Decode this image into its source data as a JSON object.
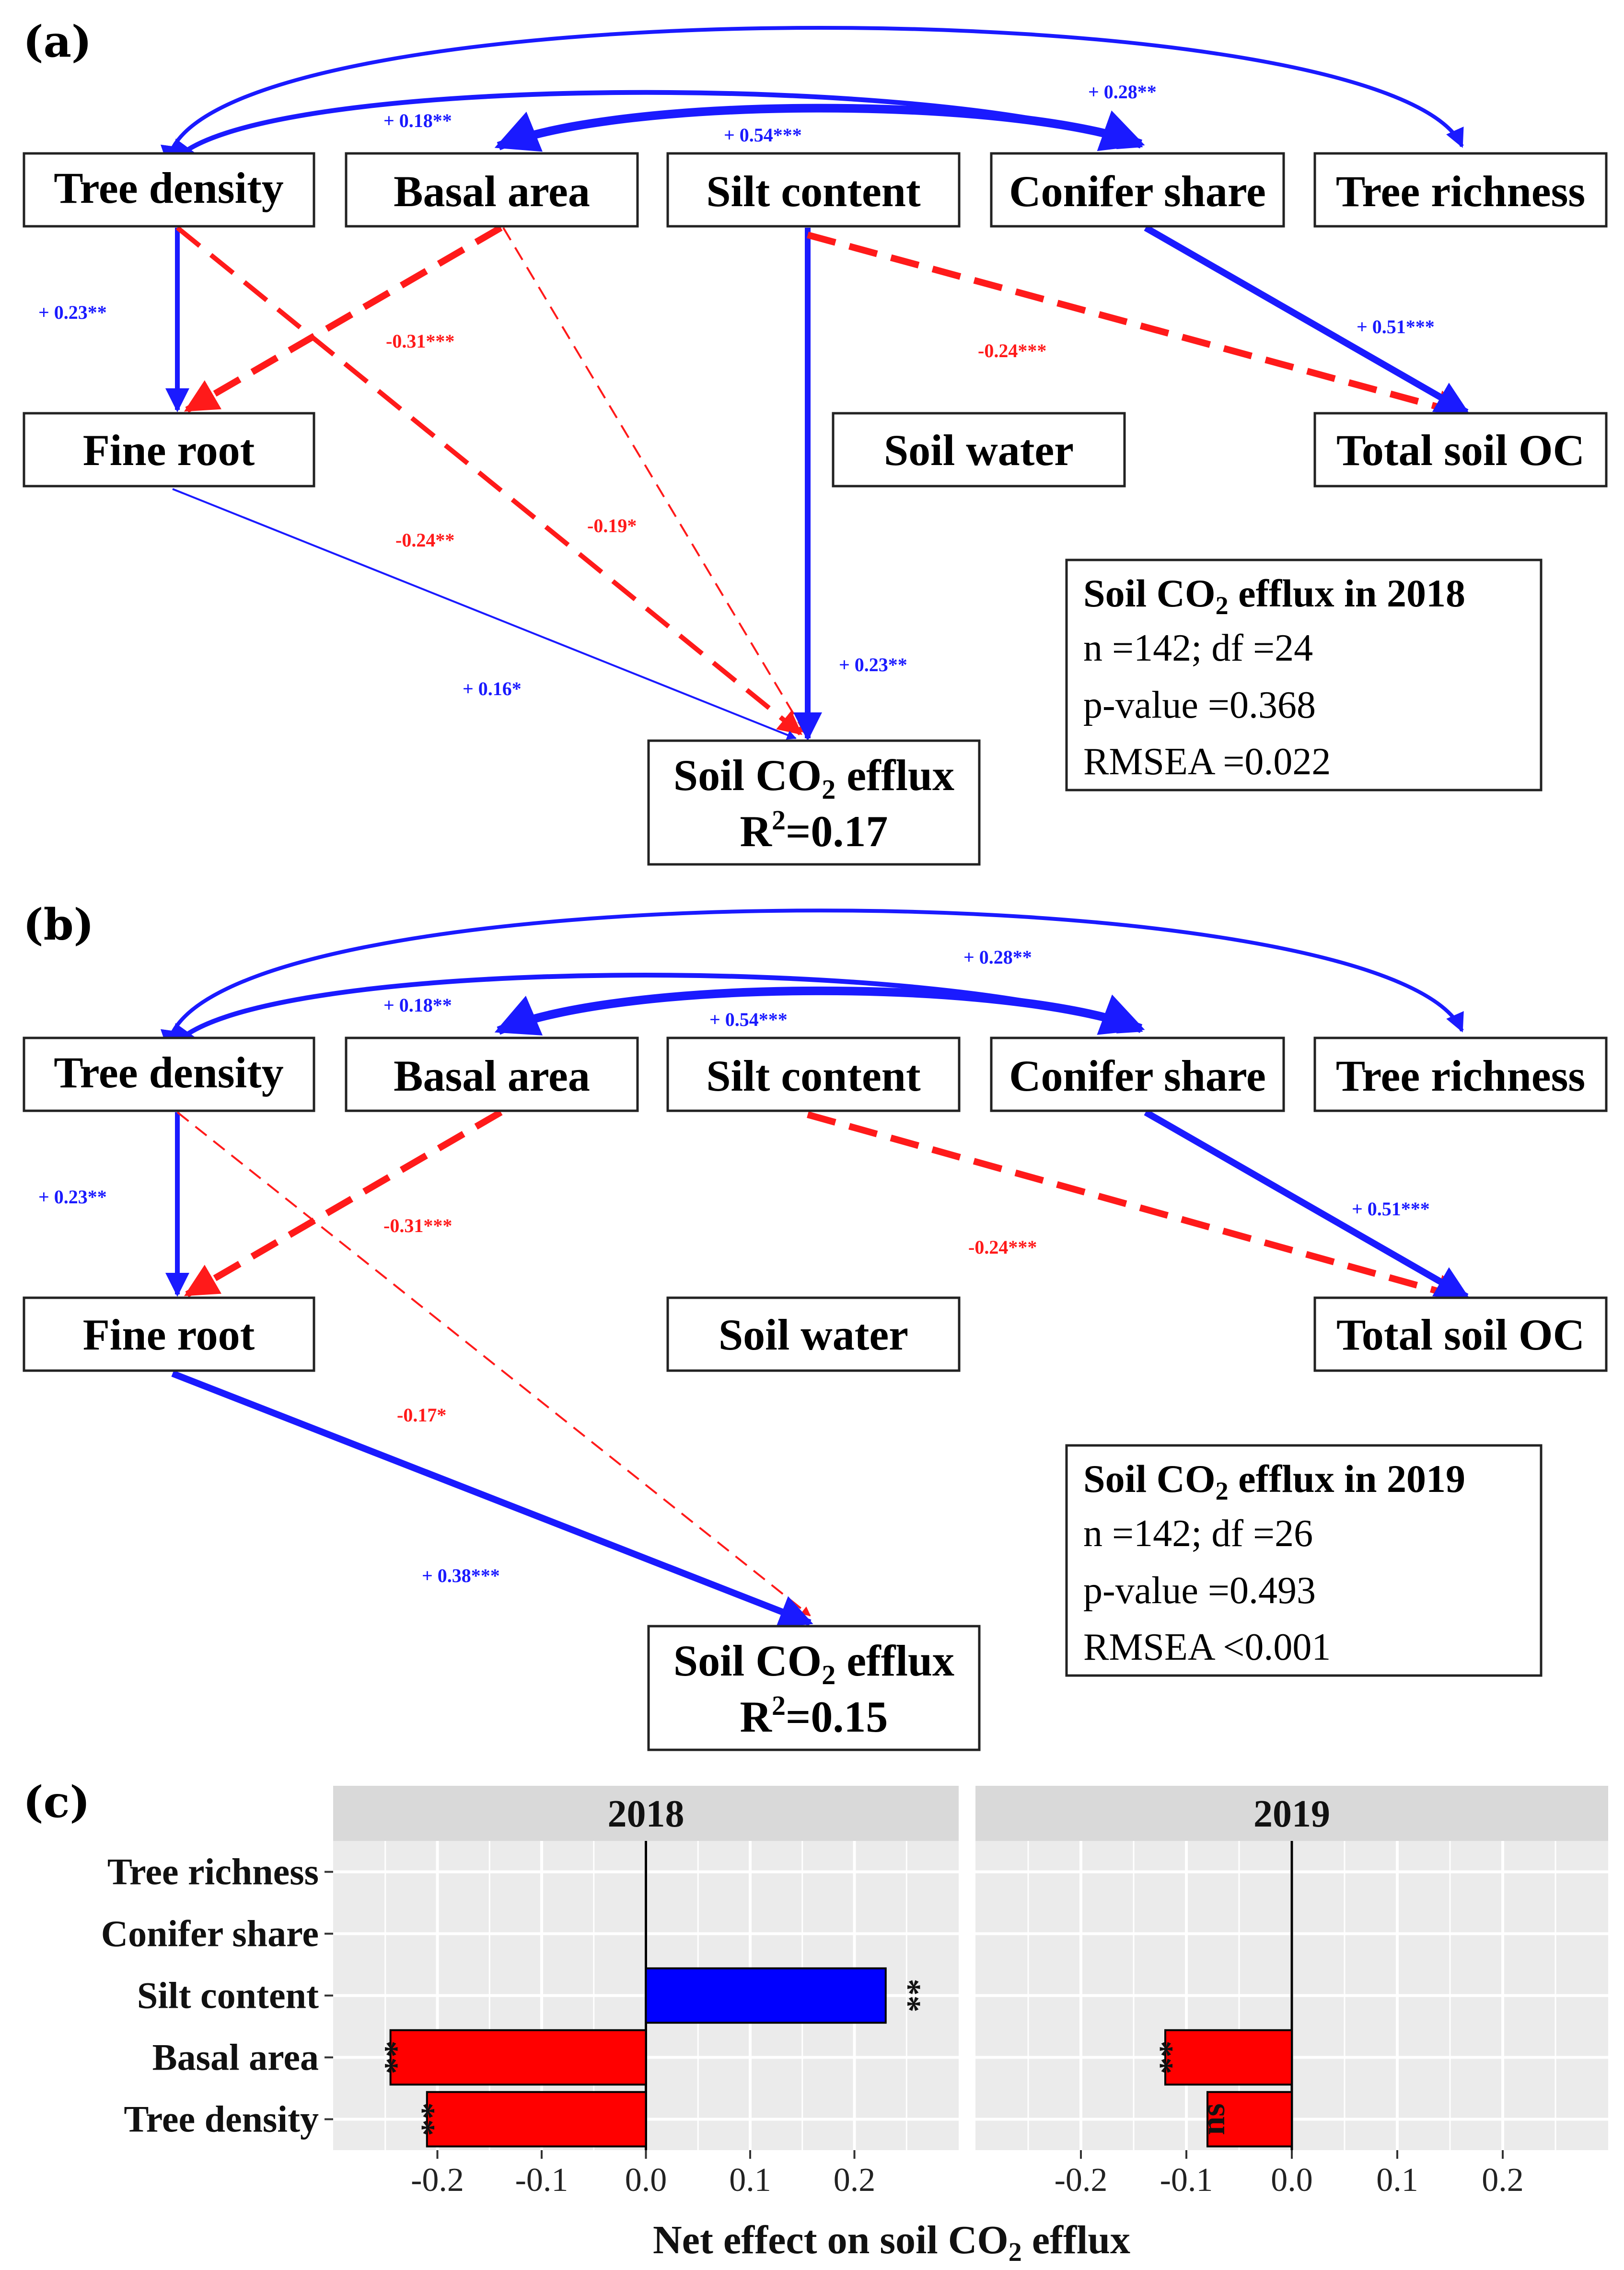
{
  "panels": [
    {
      "label": "(a)",
      "nodes": {
        "tree_density": "Tree density",
        "basal_area": "Basal area",
        "silt_content": "Silt content",
        "conifer_share": "Conifer share",
        "tree_richness": "Tree richness",
        "fine_root": "Fine root",
        "soil_water": "Soil water",
        "total_soil_oc": "Total soil OC",
        "efflux": "Soil CO",
        "efflux_sub": "2",
        "efflux_suffix": " efflux",
        "r2_prefix": "R",
        "r2_sup": "2",
        "r2_value": "=0.17"
      },
      "paths": [
        {
          "from": "tree_density",
          "to": "conifer_share",
          "label": "+ 0.28**",
          "sign": "positive",
          "double": true
        },
        {
          "from": "tree_density",
          "to": "tree_richness",
          "label": "",
          "sign": "positive",
          "double": true
        },
        {
          "from": "basal_area",
          "to": "conifer_share",
          "label": "+ 0.54***",
          "sign": "positive",
          "double": true
        },
        {
          "from": "tree_density",
          "to": "basal_area",
          "label": "+ 0.18**",
          "sign": "positive",
          "double": true
        },
        {
          "from": "tree_density",
          "to": "fine_root",
          "label": "+ 0.23**",
          "sign": "positive"
        },
        {
          "from": "basal_area",
          "to": "fine_root",
          "label": "-0.31***",
          "sign": "negative"
        },
        {
          "from": "tree_density",
          "to": "efflux",
          "label": "-0.24**",
          "sign": "negative"
        },
        {
          "from": "basal_area",
          "to": "efflux",
          "label": "-0.19*",
          "sign": "negative"
        },
        {
          "from": "silt_content",
          "to": "efflux",
          "label": "+ 0.23**",
          "sign": "positive"
        },
        {
          "from": "silt_content",
          "to": "total_soil_oc",
          "label": "-0.24***",
          "sign": "negative"
        },
        {
          "from": "conifer_share",
          "to": "total_soil_oc",
          "label": "+ 0.51***",
          "sign": "positive"
        },
        {
          "from": "fine_root",
          "to": "efflux",
          "label": "+ 0.16*",
          "sign": "positive"
        }
      ],
      "fit": {
        "title_prefix": "Soil CO",
        "title_sub": "2",
        "title_suffix": " efflux in 2018",
        "lines": [
          "n =142; df =24",
          "p-value =0.368",
          "RMSEA =0.022"
        ]
      }
    },
    {
      "label": "(b)",
      "nodes": {
        "tree_density": "Tree density",
        "basal_area": "Basal area",
        "silt_content": "Silt content",
        "conifer_share": "Conifer share",
        "tree_richness": "Tree richness",
        "fine_root": "Fine root",
        "soil_water": "Soil water",
        "total_soil_oc": "Total soil OC",
        "efflux": "Soil CO",
        "efflux_sub": "2",
        "efflux_suffix": " efflux",
        "r2_prefix": "R",
        "r2_sup": "2",
        "r2_value": "=0.15"
      },
      "paths": [
        {
          "from": "tree_density",
          "to": "conifer_share",
          "label": "+ 0.28**",
          "sign": "positive",
          "double": true
        },
        {
          "from": "tree_density",
          "to": "tree_richness",
          "label": "",
          "sign": "positive",
          "double": true
        },
        {
          "from": "basal_area",
          "to": "conifer_share",
          "label": "+ 0.54***",
          "sign": "positive",
          "double": true
        },
        {
          "from": "tree_density",
          "to": "basal_area",
          "label": "+ 0.18**",
          "sign": "positive",
          "double": true
        },
        {
          "from": "tree_density",
          "to": "fine_root",
          "label": "+ 0.23**",
          "sign": "positive"
        },
        {
          "from": "basal_area",
          "to": "fine_root",
          "label": "-0.31***",
          "sign": "negative"
        },
        {
          "from": "silt_content",
          "to": "total_soil_oc",
          "label": "-0.24***",
          "sign": "negative"
        },
        {
          "from": "conifer_share",
          "to": "total_soil_oc",
          "label": "+ 0.51***",
          "sign": "positive"
        },
        {
          "from": "tree_density",
          "to": "efflux",
          "label": "-0.17*",
          "sign": "negative"
        },
        {
          "from": "fine_root",
          "to": "efflux",
          "label": "+ 0.38***",
          "sign": "positive"
        }
      ],
      "fit": {
        "title_prefix": "Soil CO",
        "title_sub": "2",
        "title_suffix": " efflux in 2019",
        "lines": [
          "n =142; df =26",
          "p-value =0.493",
          "RMSEA <0.001"
        ]
      }
    }
  ],
  "chart_label": "(c)",
  "chart_data": {
    "type": "bar",
    "orientation": "horizontal",
    "facets": [
      "2018",
      "2019"
    ],
    "categories": [
      "Tree richness",
      "Conifer share",
      "Silt content",
      "Basal area",
      "Tree density"
    ],
    "xlabel_prefix": "Net effect on soil CO",
    "xlabel_sub": "2",
    "xlabel_suffix": " efflux",
    "xlim": [
      -0.3,
      0.3
    ],
    "xticks": [
      "-0.2",
      "-0.1",
      "0.0",
      "0.1",
      "0.2"
    ],
    "series": [
      {
        "facet": "2018",
        "values": [
          null,
          null,
          0.23,
          -0.245,
          -0.21
        ],
        "signif": [
          "",
          "",
          "**",
          "**",
          "**"
        ]
      },
      {
        "facet": "2019",
        "values": [
          null,
          null,
          null,
          -0.12,
          -0.08
        ],
        "signif": [
          "",
          "",
          "",
          "**",
          "ns"
        ]
      }
    ],
    "colors": {
      "positive": "#0000ff",
      "negative": "#ff0000",
      "panel_bg": "#ebebeb",
      "strip_bg": "#d9d9d9",
      "grid": "#ffffff"
    }
  },
  "colors": {
    "positive": "#1a1aff",
    "negative": "#ff1a1a"
  }
}
